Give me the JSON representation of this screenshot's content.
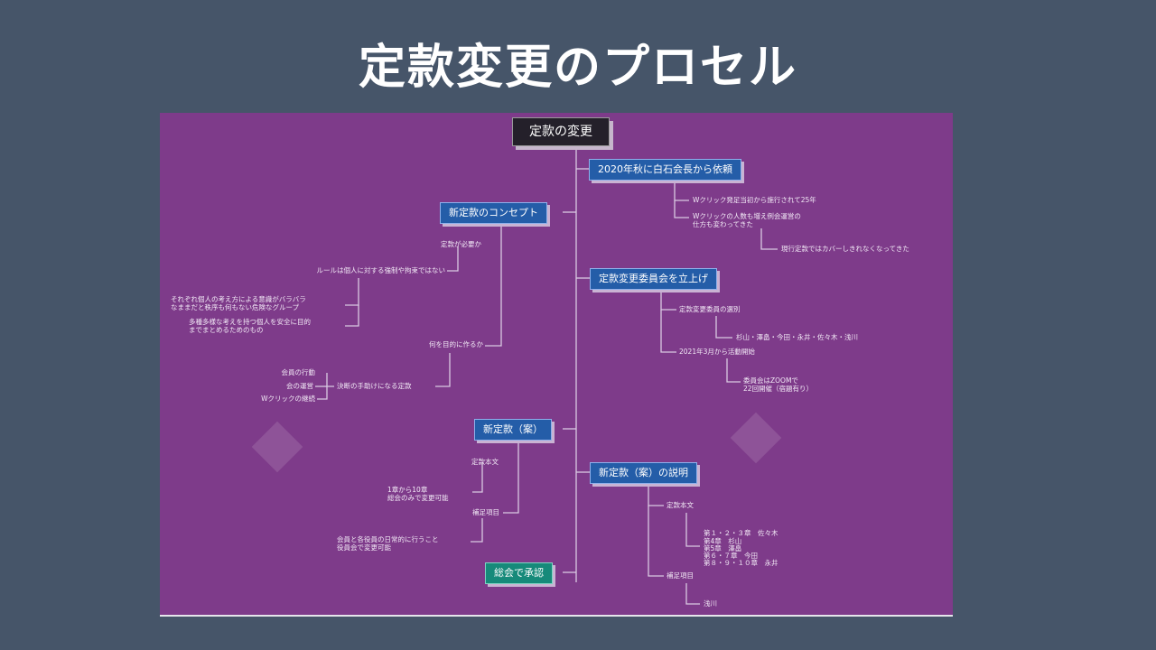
{
  "slide": {
    "title": "定款変更のプロセル"
  },
  "root": "定款の変更",
  "branches": {
    "b1": "2020年秋に白石会長から依頼",
    "b2": "新定款のコンセプト",
    "b3": "定款変更委員会を立上げ",
    "b4": "新定款（案）",
    "b5": "新定款（案）の説明",
    "b6": "総会で承認"
  },
  "leaves": {
    "b1_1": "Wクリック発足当初から施行されて25年",
    "b1_2a": "Wクリックの人数も増え例会運営の",
    "b1_2b": "仕方も変わってきた",
    "b1_3": "現行定款ではカバーしきれなくなってきた",
    "b2_1": "定款が必要か",
    "b2_2": "ルールは個人に対する強制や拘束ではない",
    "b2_3a": "それぞれ個人の考え方による意識がバラバラ",
    "b2_3b": "なままだと秩序も何もない危険なグループ",
    "b2_4a": "多種多様な考えを持つ個人を安全に目的",
    "b2_4b": "までまとめるためのもの",
    "b2_5": "何を目的に作るか",
    "b2_6": "決断の手助けになる定款",
    "b2_7": "会員の行動",
    "b2_8": "会の運営",
    "b2_9": "Wクリックの継続",
    "b3_1": "定款変更委員の選別",
    "b3_2": "杉山・澤畠・今田・永井・佐々木・浅川",
    "b3_3": "2021年3月から活動開始",
    "b3_4a": "委員会はZOOMで",
    "b3_4b": "22回開催（宿題有り）",
    "b4_1": "定款本文",
    "b4_2a": "1章から10章",
    "b4_2b": "総会のみで変更可能",
    "b4_3": "補足項目",
    "b4_4a": "会員と各役員の日常的に行うこと",
    "b4_4b": "役員会で変更可能",
    "b5_1": "定款本文",
    "b5_2a": "第１・２・３章　佐々木",
    "b5_2b": "第4章　杉山",
    "b5_2c": "第5章　澤畠",
    "b5_2d": "第６・７章　今田",
    "b5_2e": "第８・９・１０章　永井",
    "b5_3": "補足項目",
    "b5_4": "浅川"
  },
  "colors": {
    "background": "#465569",
    "panel": "#7e3b8a",
    "branch": "#245da8",
    "root": "#24202a",
    "approve": "#168a7a"
  }
}
